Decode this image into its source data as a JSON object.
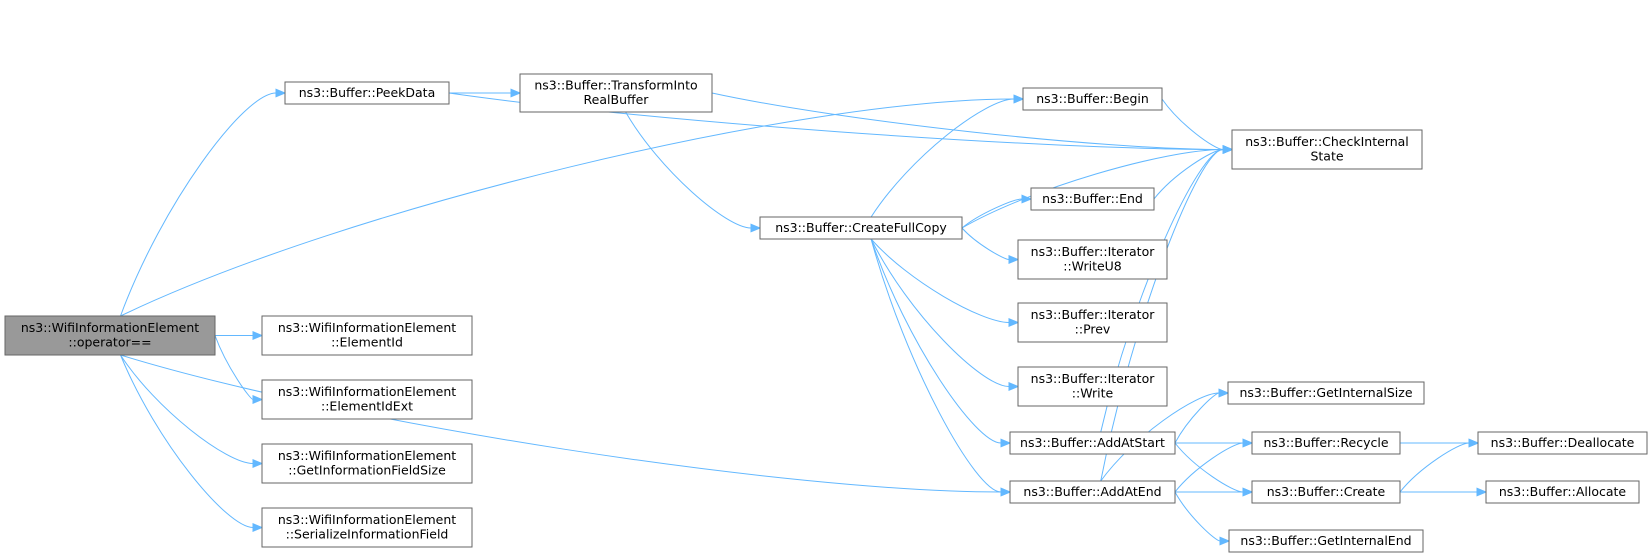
{
  "graph": {
    "colors": {
      "edge": "#63b8ff",
      "root_fill": "#999999",
      "node_border": "#666666",
      "node_fill": "#ffffff"
    },
    "nodes": [
      {
        "id": "root",
        "lines": [
          "ns3::WifiInformationElement",
          "::operator=="
        ],
        "root": true
      },
      {
        "id": "peek",
        "lines": [
          "ns3::Buffer::PeekData"
        ]
      },
      {
        "id": "trans",
        "lines": [
          "ns3::Buffer::TransformInto",
          "RealBuffer"
        ]
      },
      {
        "id": "eid",
        "lines": [
          "ns3::WifiInformationElement",
          "::ElementId"
        ]
      },
      {
        "id": "eidx",
        "lines": [
          "ns3::WifiInformationElement",
          "::ElementIdExt"
        ]
      },
      {
        "id": "gifs",
        "lines": [
          "ns3::WifiInformationElement",
          "::GetInformationFieldSize"
        ]
      },
      {
        "id": "sif",
        "lines": [
          "ns3::WifiInformationElement",
          "::SerializeInformationField"
        ]
      },
      {
        "id": "cfc",
        "lines": [
          "ns3::Buffer::CreateFullCopy"
        ]
      },
      {
        "id": "begin",
        "lines": [
          "ns3::Buffer::Begin"
        ]
      },
      {
        "id": "end",
        "lines": [
          "ns3::Buffer::End"
        ]
      },
      {
        "id": "wu8",
        "lines": [
          "ns3::Buffer::Iterator",
          "::WriteU8"
        ]
      },
      {
        "id": "prev",
        "lines": [
          "ns3::Buffer::Iterator",
          "::Prev"
        ]
      },
      {
        "id": "write",
        "lines": [
          "ns3::Buffer::Iterator",
          "::Write"
        ]
      },
      {
        "id": "aas",
        "lines": [
          "ns3::Buffer::AddAtStart"
        ]
      },
      {
        "id": "aae",
        "lines": [
          "ns3::Buffer::AddAtEnd"
        ]
      },
      {
        "id": "cis",
        "lines": [
          "ns3::Buffer::CheckInternal",
          "State"
        ]
      },
      {
        "id": "gis",
        "lines": [
          "ns3::Buffer::GetInternalSize"
        ]
      },
      {
        "id": "rec",
        "lines": [
          "ns3::Buffer::Recycle"
        ]
      },
      {
        "id": "create",
        "lines": [
          "ns3::Buffer::Create"
        ]
      },
      {
        "id": "gie",
        "lines": [
          "ns3::Buffer::GetInternalEnd"
        ]
      },
      {
        "id": "dealloc",
        "lines": [
          "ns3::Buffer::Deallocate"
        ]
      },
      {
        "id": "alloc",
        "lines": [
          "ns3::Buffer::Allocate"
        ]
      }
    ],
    "edges": [
      [
        "root",
        "peek"
      ],
      [
        "root",
        "begin"
      ],
      [
        "root",
        "aae"
      ],
      [
        "root",
        "eid"
      ],
      [
        "root",
        "eidx"
      ],
      [
        "root",
        "gifs"
      ],
      [
        "root",
        "sif"
      ],
      [
        "peek",
        "trans"
      ],
      [
        "peek",
        "cis"
      ],
      [
        "trans",
        "cis"
      ],
      [
        "trans",
        "cfc"
      ],
      [
        "cfc",
        "begin"
      ],
      [
        "cfc",
        "cis"
      ],
      [
        "cfc",
        "end"
      ],
      [
        "cfc",
        "wu8"
      ],
      [
        "cfc",
        "prev"
      ],
      [
        "cfc",
        "write"
      ],
      [
        "cfc",
        "aas"
      ],
      [
        "cfc",
        "aae"
      ],
      [
        "begin",
        "cis"
      ],
      [
        "end",
        "cis"
      ],
      [
        "aas",
        "cis"
      ],
      [
        "aas",
        "gis"
      ],
      [
        "aas",
        "rec"
      ],
      [
        "aas",
        "create"
      ],
      [
        "aae",
        "cis"
      ],
      [
        "aae",
        "gis"
      ],
      [
        "aae",
        "rec"
      ],
      [
        "aae",
        "create"
      ],
      [
        "aae",
        "gie"
      ],
      [
        "rec",
        "dealloc"
      ],
      [
        "create",
        "dealloc"
      ],
      [
        "create",
        "alloc"
      ]
    ]
  }
}
